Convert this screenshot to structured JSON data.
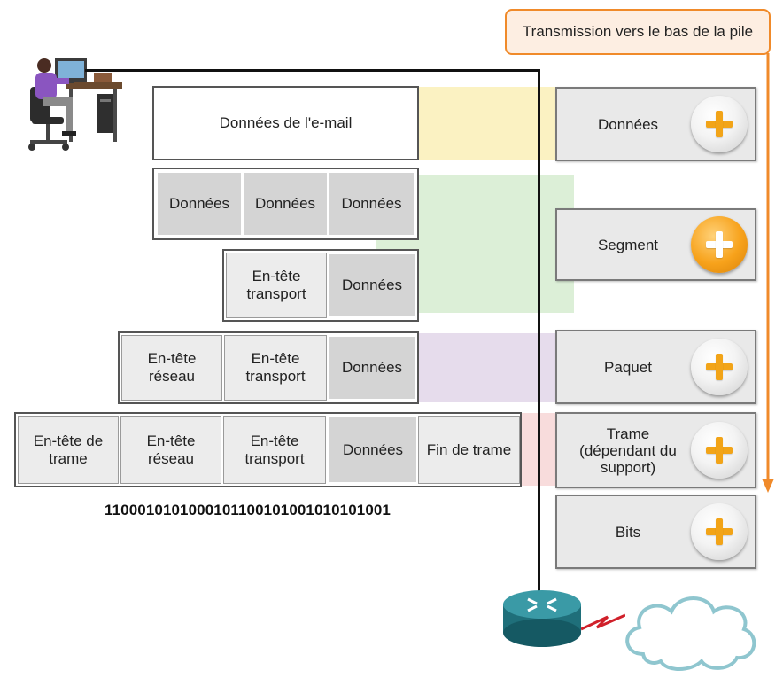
{
  "callout": {
    "label": "Transmission vers le bas de la pile"
  },
  "rows": {
    "email": {
      "label": "Données de l'e-mail"
    },
    "split": {
      "cells": [
        "Données",
        "Données",
        "Données"
      ]
    },
    "segment": {
      "header": "En-tête\ntransport",
      "data": "Données"
    },
    "packet": {
      "network": "En-tête\nréseau",
      "transport": "En-tête\ntransport",
      "data": "Données"
    },
    "frame": {
      "frame_header": "En-tête de\ntrame",
      "network": "En-tête\nréseau",
      "transport": "En-tête\ntransport",
      "data": "Données",
      "trailer": "Fin de trame"
    }
  },
  "bitstream": "11000101010001011001010010101010 01",
  "pdus": [
    {
      "label": "Données",
      "active": false
    },
    {
      "label": "Segment",
      "active": true
    },
    {
      "label": "Paquet",
      "active": false
    },
    {
      "label": "Trame\n(dépendant du\nsupport)",
      "active": false
    },
    {
      "label": "Bits",
      "active": false
    }
  ],
  "colors": {
    "accent": "#f08a2a",
    "band_data": "#fbf2c2",
    "band_segment": "#dcefd7",
    "band_packet": "#e6dcec",
    "band_frame": "#f8dcdc",
    "button_active": "#f7a21b"
  }
}
